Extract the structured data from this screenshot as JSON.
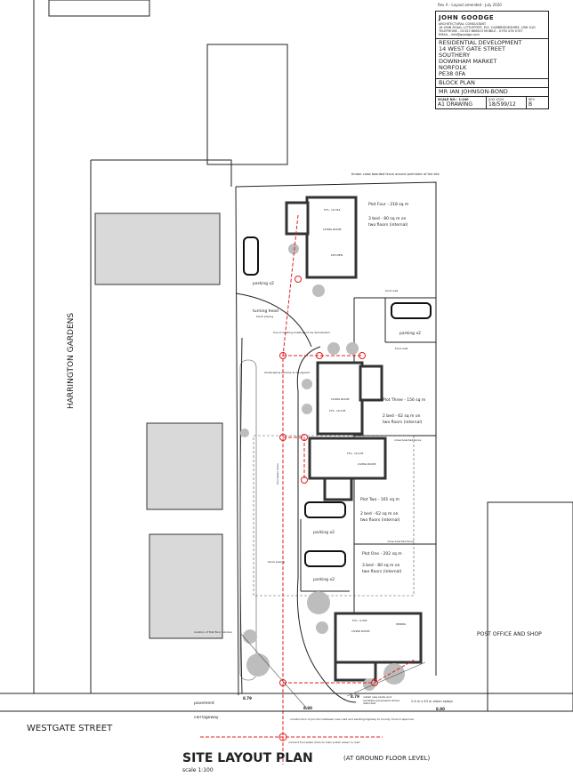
{
  "revision_note": "Rev A - Layout amended - July 2020",
  "title_block": {
    "consultant": "JOHN GOODGE",
    "role": "ARCHITECTURAL CONSULTANT",
    "contact": "16 LYNN ROAD, LITTLEPORT, ELY, CAMBRIDGESHIRE, CB6 1QG  TELEPHONE - 01353 860623  MOBILE - 0790 476 0707",
    "email": "EMAIL - info@goodge.com",
    "project": [
      "RESIDENTIAL DEVELOPMENT",
      "14 WEST GATE STREET",
      "SOUTHERY",
      "DOWNHAM MARKET",
      "NORFOLK",
      "PE38 0FA"
    ],
    "drawing_title": "BLOCK PLAN",
    "client": "MR IAN JOHNSON-BOND",
    "scale_label": "SCALE NO.- 1:100",
    "sheet": "A1 DRAWING",
    "date_label": "JULY 2020",
    "drawing_no": "18/599/12",
    "rev_label": "REV",
    "rev": "B"
  },
  "labels": {
    "street_side": "HARRINGTON GARDENS",
    "street_main": "WESTGATE STREET",
    "pavement": "pavement",
    "carriageway": "carriageway",
    "post_office": "POST OFFICE AND SHOP",
    "fence_note": "timber close boarded fence around perimeter of the site",
    "plot4": "Plot Four - 218 sq m",
    "plot4_desc1": "3 bed - 80 sq m on",
    "plot4_desc2": "two floors (internal)",
    "plot3": "Plot Three - 156 sq m",
    "plot3_desc1": "2 bed - 62 sq m on",
    "plot3_desc2": "two floors (internal)",
    "plot2": "Plot Two - 161 sq m",
    "plot2_desc1": "2 bed - 62 sq m on",
    "plot2_desc2": "two floors (internal)",
    "plot1": "Plot One - 202 sq m",
    "plot1_desc1": "3 bed - 80 sq m on",
    "plot1_desc2": "two floors (internal)",
    "parking": "parking x2",
    "turning_head": "turning head",
    "block_paving": "block paving",
    "demolish": "line of existing buildings to be demolished",
    "landscaping": "landscaping scheme to be agreed",
    "brick_wall": "brick wall",
    "close_fence": "close boarded fence",
    "foul_sewer": "foul water drain",
    "first_floor_window": "location of first floor window",
    "visibility": "2.4 m x 43 m vision splays",
    "kerbs": "install new kerbs and reinstate pavements where disturbed",
    "junction": "construction of junction between new road and existing highway to County Council approval",
    "connect": "connect foul water drain to main public sewer in road",
    "ffl4": "F.F.L. 10.314",
    "ffl3": "F.F.L. 10.135",
    "ffl2": "F.F.L. 10.135",
    "ffl1": "F.F.L. 9.345",
    "living": "LIVING ROOM",
    "kitchen": "KITCHEN",
    "dining": "DINING",
    "level_1": "8.79",
    "level_2": "8.79",
    "level_3": "8.80",
    "level_4": "8.80"
  },
  "plan_title": "SITE LAYOUT PLAN",
  "plan_subtitle": "(AT GROUND FLOOR LEVEL)",
  "plan_scale": "scale 1:100"
}
